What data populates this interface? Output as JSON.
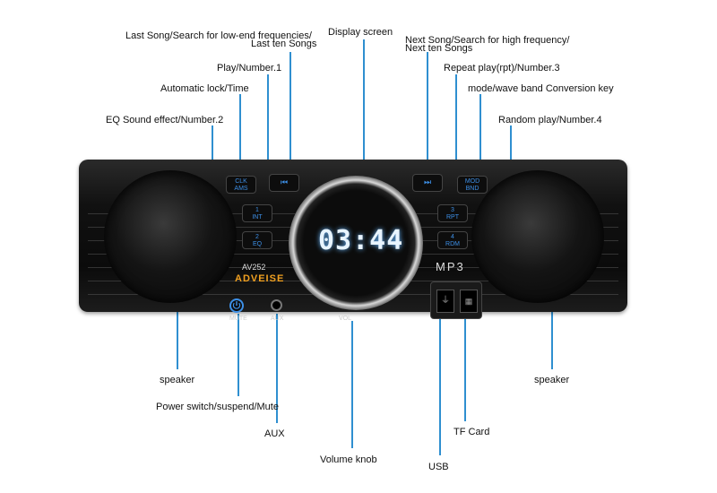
{
  "labels": {
    "last_song": "Last Song/Search for low-end frequencies/",
    "last_ten": "Last ten Songs",
    "display_screen": "Display screen",
    "next_song": "Next Song/Search for high frequency/",
    "next_ten": "Next ten Songs",
    "play_number": "Play/Number.1",
    "repeat_play": "Repeat play(rpt)/Number.3",
    "auto_lock": "Automatic lock/Time",
    "mode_wave": "mode/wave band Conversion key",
    "eq_sound": "EQ Sound effect/Number.2",
    "random_play": "Random play/Number.4",
    "speaker_left": "speaker",
    "speaker_right": "speaker",
    "power_switch": "Power switch/suspend/Mute",
    "tf_card": "TF Card",
    "aux": "AUX",
    "volume_knob": "Volume knob",
    "usb": "USB"
  },
  "device": {
    "display": "03:44",
    "model": "AV252",
    "brand": "ADVEISE",
    "mp3": "MP3",
    "mute_label": "MUTE",
    "aux_label": "AUX",
    "vol_label": "VOL",
    "buttons": {
      "clk_top": "CLK",
      "clk_bottom": "AMS",
      "prev": "⏮",
      "int_top": "1",
      "int_bottom": "INT",
      "eq_top": "2",
      "eq_bottom": "EQ",
      "next": "⏭",
      "mod_top": "MOD",
      "mod_bottom": "BND",
      "rpt_top": "3",
      "rpt_bottom": "RPT",
      "rdm_top": "4",
      "rdm_bottom": "RDM"
    }
  }
}
